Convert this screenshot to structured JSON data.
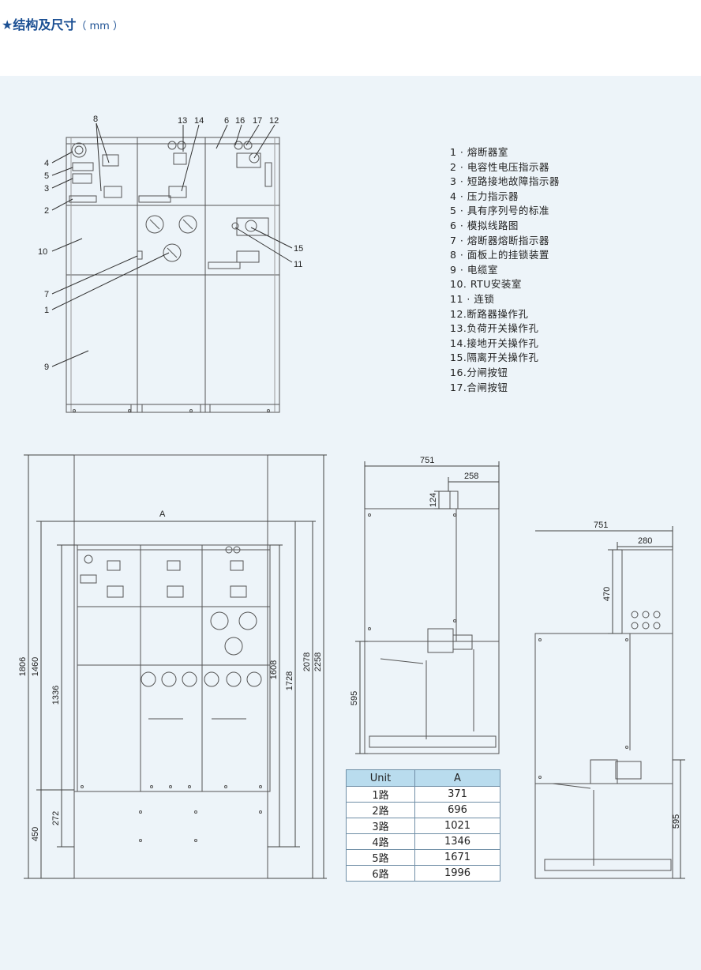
{
  "heading": {
    "star": "★",
    "title": "结构及尺寸",
    "unit": "（ mm ）"
  },
  "legend": [
    "1 · 熔断器室",
    "2 · 电容性电压指示器",
    "3 · 短路接地故障指示器",
    "4 · 压力指示器",
    "5 · 具有序列号的标准",
    "6 · 模拟线路图",
    "7 · 熔断器熔断指示器",
    "8 · 面板上的挂锁装置",
    "9 · 电缆室",
    "10. RTU安装室",
    "11 · 连锁",
    "12.断路器操作孔",
    "13.负荷开关操作孔",
    "14.接地开关操作孔",
    "15.隔离开关操作孔",
    "16.分闸按钮",
    "17.合闸按钮"
  ],
  "callouts": {
    "c8": "8",
    "c13": "13",
    "c14": "14",
    "c6": "6",
    "c16": "16",
    "c17": "17",
    "c12": "12",
    "c4": "4",
    "c5": "5",
    "c3": "3",
    "c2": "2",
    "c10": "10",
    "c7": "7",
    "c1": "1",
    "c9": "9",
    "c15": "15",
    "c11": "11"
  },
  "dimensions": {
    "width_a": "A",
    "h1806": "1806",
    "h1460": "1460",
    "h1336": "1336",
    "h450": "450",
    "h272": "272",
    "h1608": "1608",
    "h1728": "1728",
    "h2078": "2078",
    "h2258": "2258",
    "side1_751": "751",
    "side1_258": "258",
    "side1_124": "124",
    "side1_595": "595",
    "side2_751": "751",
    "side2_280": "280",
    "side2_470": "470",
    "side2_595": "595"
  },
  "unit_table": {
    "headers": [
      "Unit",
      "A"
    ],
    "rows": [
      [
        "1路",
        "371"
      ],
      [
        "2路",
        "696"
      ],
      [
        "3路",
        "1021"
      ],
      [
        "4路",
        "1346"
      ],
      [
        "5路",
        "1671"
      ],
      [
        "6路",
        "1996"
      ]
    ]
  }
}
